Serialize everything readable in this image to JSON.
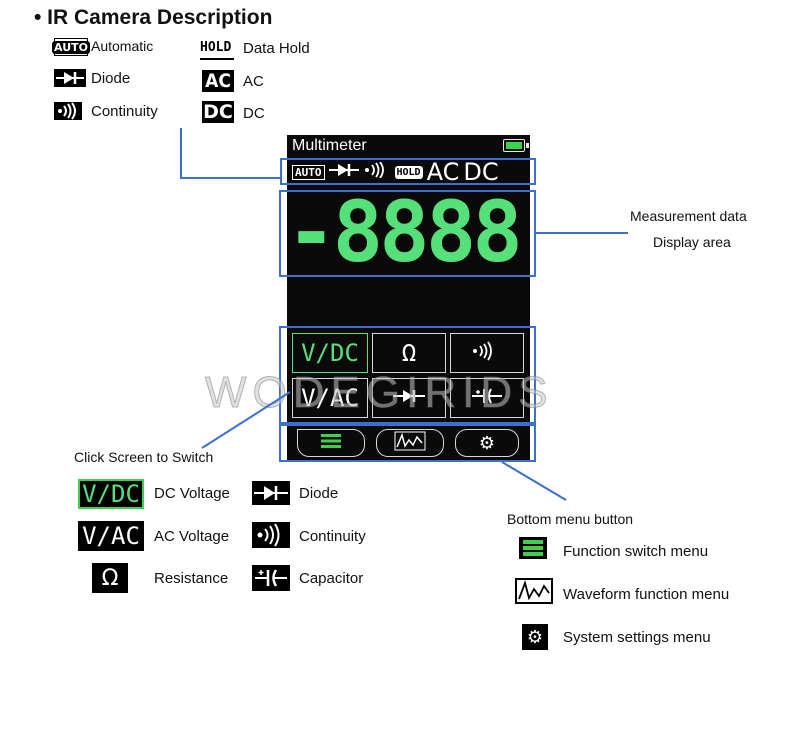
{
  "title": "• IR Camera Description",
  "top_legend": {
    "automatic": {
      "icon_text": "AUTO",
      "label": "Automatic"
    },
    "diode": {
      "label": "Diode"
    },
    "continuity": {
      "label": "Continuity"
    },
    "data_hold": {
      "icon_text": "HOLD",
      "label": "Data Hold"
    },
    "ac": {
      "icon_text": "AC",
      "label": "AC"
    },
    "dc": {
      "icon_text": "DC",
      "label": "DC"
    }
  },
  "device": {
    "title": "Multimeter",
    "status_icons": {
      "auto": "AUTO",
      "hold": "HOLD",
      "ac": "AC",
      "dc": "DC"
    },
    "display_value": "-8888",
    "function_buttons": [
      {
        "label": "V/DC",
        "active": true
      },
      {
        "label": "Ω",
        "active": false
      },
      {
        "label": "continuity-icon",
        "active": false
      },
      {
        "label": "V/AC",
        "active": false
      },
      {
        "label": "diode-icon",
        "active": false
      },
      {
        "label": "capacitor-icon",
        "active": false
      }
    ],
    "bottom_tabs": [
      "menu-icon",
      "waveform-icon",
      "gear-icon"
    ],
    "battery_color": "#3bd14a"
  },
  "callouts": {
    "measurement_line1": "Measurement data",
    "measurement_line2": "Display area",
    "click_switch": "Click Screen to Switch",
    "bottom_menu": "Bottom menu button"
  },
  "function_legend": {
    "dc_voltage": {
      "icon_text": "V/DC",
      "label": "DC Voltage"
    },
    "ac_voltage": {
      "icon_text": "V/AC",
      "label": "AC Voltage"
    },
    "resistance": {
      "icon_text": "Ω",
      "label": "Resistance"
    },
    "diode": {
      "label": "Diode"
    },
    "continuity": {
      "label": "Continuity"
    },
    "capacitor": {
      "label": "Capacitor"
    }
  },
  "menu_legend": {
    "function_switch": "Function switch menu",
    "waveform": "Waveform function menu",
    "system_settings": "System settings menu"
  },
  "colors": {
    "accent_green": "#55e07a",
    "callout_blue": "#3b6fd4"
  }
}
